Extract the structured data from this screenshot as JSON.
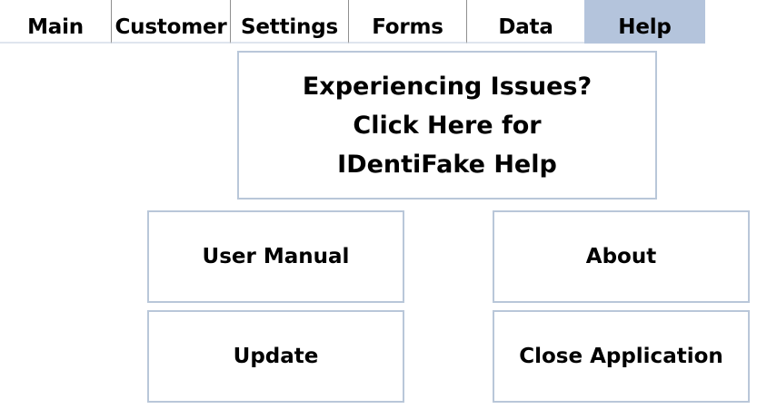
{
  "tabs": [
    {
      "label": "Main"
    },
    {
      "label": "Customer"
    },
    {
      "label": "Settings"
    },
    {
      "label": "Forms"
    },
    {
      "label": "Data"
    },
    {
      "label": "Help",
      "active": true
    }
  ],
  "help_banner": {
    "lines": [
      "Experiencing Issues?",
      "Click Here for",
      "IDentiFake Help"
    ]
  },
  "buttons": {
    "user_manual": "User Manual",
    "about": "About",
    "update": "Update",
    "close_application": "Close Application"
  },
  "colors": {
    "active_tab": "#b4c4dc",
    "button_border": "#b9c7d9"
  }
}
